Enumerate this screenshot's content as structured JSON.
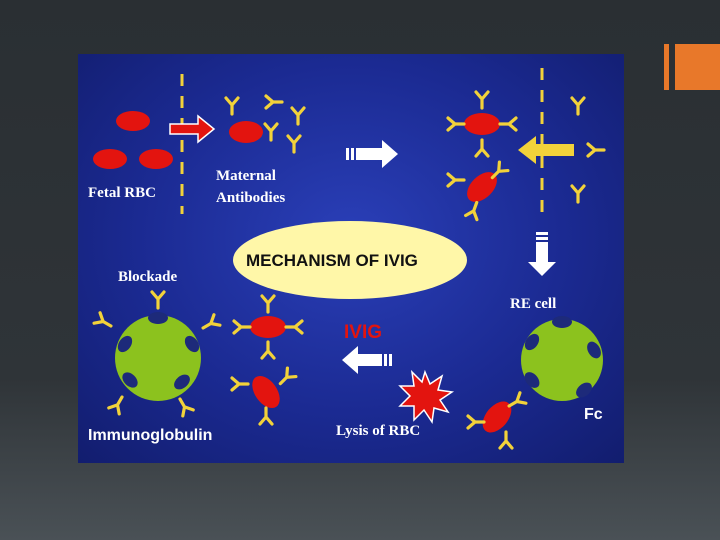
{
  "slide": {
    "accent_color": "#e8782a",
    "diagram_background": "#1b2a92"
  },
  "diagram": {
    "title": "MECHANISM OF IVIG",
    "labels": {
      "fetal_rbc": "Fetal RBC",
      "maternal_antibodies_line1": "Maternal",
      "maternal_antibodies_line2": "Antibodies",
      "blockade": "Blockade",
      "re_cell": "RE cell",
      "ivig": "IVIG",
      "fc": "Fc",
      "immunoglobulin": "Immunoglobulin",
      "lysis_of_rbc": "Lysis of RBC"
    },
    "colors": {
      "rbc": "#e3140f",
      "antibody": "#f2d23a",
      "re_cell": "#8cc21e",
      "receptor": "#1d2a7a",
      "title_ellipse": "#fff7a8",
      "ivig_text": "#e3140f",
      "arrow": "#ffffff",
      "dashed_line": "#f2d23a"
    }
  }
}
